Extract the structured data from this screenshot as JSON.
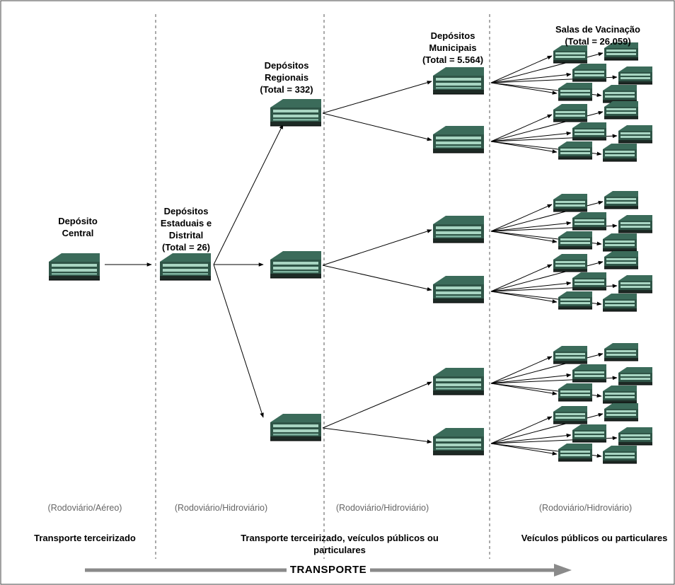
{
  "nodes": {
    "central": "Depósito\nCentral",
    "estaduais": "Depósitos\nEstaduais e\nDistrital\n(Total = 26)",
    "regionais": "Depósitos\nRegionais\n(Total = 332)",
    "municipais": "Depósitos\nMunicipais\n(Total = 5.564)",
    "salas": "Salas de Vacinação\n(Total = 26.059)"
  },
  "modes": {
    "m1": "(Rodoviário/Aéreo)",
    "m2": "(Rodoviário/Hidroviário)",
    "m3": "(Rodoviário/Hidroviário)",
    "m4": "(Rodoviário/Hidroviário)"
  },
  "operators": {
    "o1": "Transporte terceirizado",
    "o2": "Transporte terceirizado, veículos públicos ou\nparticulares",
    "o3": "Veículos públicos ou particulares"
  },
  "bottom": {
    "transport": "TRANSPORTE"
  },
  "colors": {
    "building_roof": "#3b6b5a",
    "building_glass": "#a8d5c2",
    "building_dark": "#1d2a25",
    "arrow": "#000000",
    "divider": "#555555",
    "transport_arrow": "#8a8a8a"
  }
}
